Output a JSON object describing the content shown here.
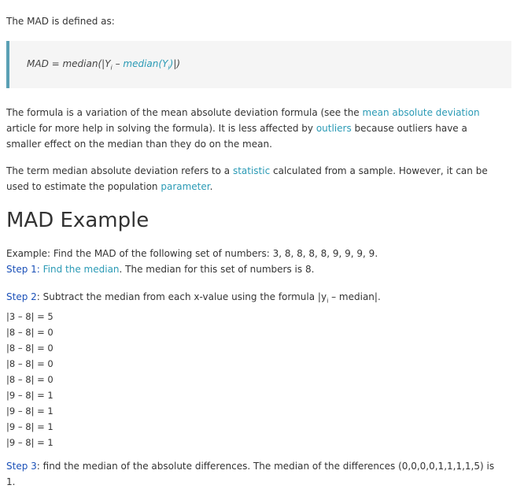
{
  "intro": "The MAD is defined as:",
  "formula": {
    "prefix": "MAD = median(|Y",
    "sub_i": "i",
    "minus": " – ",
    "link": "median(Y",
    "sub_i2": "i",
    "suffix_link": ")",
    "suffix": "|)"
  },
  "para1": {
    "t1": "The formula is a variation of the mean absolute deviation formula (see the ",
    "link1": "mean absolute deviation",
    "t2": " article for more help in solving the formula). It is less affected by ",
    "link2": "outliers",
    "t3": " because outliers have a smaller effect on the median than they do on the mean."
  },
  "para2": {
    "t1": "The term median absolute deviation refers to a ",
    "link1": "statistic",
    "t2": " calculated from a sample. However, it can be used to estimate the population ",
    "link2": "parameter",
    "t3": "."
  },
  "heading": "MAD Example",
  "example": "Example: Find the MAD of the following set of numbers: 3, 8, 8, 8, 8, 9, 9, 9, 9.",
  "step1": {
    "label": "Step 1",
    "colon": ": ",
    "link": "Find the median",
    "text": ". The median for this set of numbers is 8."
  },
  "step2": {
    "label": "Step 2",
    "text": ": Subtract the median from each x-value using the formula |y",
    "sub": "i",
    "text2": " – median|."
  },
  "calculations": [
    "|3 – 8| = 5",
    "|8 – 8| = 0",
    "|8 – 8| = 0",
    "|8 – 8| = 0",
    "|8 – 8| = 0",
    "|9 – 8| = 1",
    "|9 – 8| = 1",
    "|9 – 8| = 1",
    "|9 – 8| = 1"
  ],
  "step3": {
    "label": "Step 3",
    "text": ": find the median of the absolute differences. The median of the differences (0,0,0,0,1,1,1,1,5) is 1."
  },
  "colors": {
    "link": "#2a9ab5",
    "step": "#1a50b8",
    "blockquote_bar": "#5aa0b4",
    "blockquote_bg": "#f5f5f5"
  }
}
